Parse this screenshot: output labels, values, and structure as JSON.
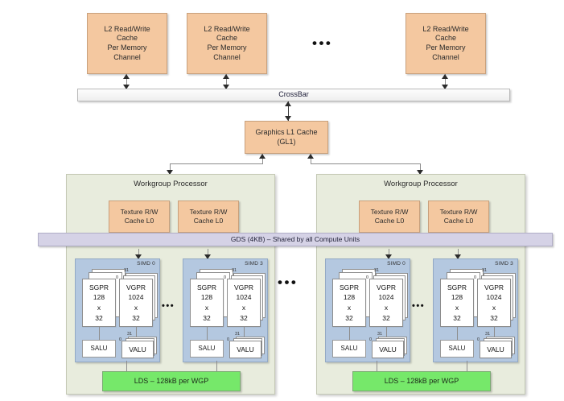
{
  "diagram": {
    "title": "GPU Memory Hierarchy and Workgroup Processor Block Diagram",
    "colors": {
      "cache_orange": "#f4c8a0",
      "wgp_green": "#e8ecdd",
      "simd_blue": "#b4c8e0",
      "gds_purple": "#d5d2e6",
      "lds_green": "#76e86a",
      "crossbar_gray": "#efefef",
      "register_white": "#ffffff"
    },
    "l2_caches": [
      {
        "label": "L2 Read/Write\nCache\nPer Memory\nChannel",
        "lines": [
          "L2 Read/Write",
          "Cache",
          "Per Memory",
          "Channel"
        ]
      },
      {
        "label": "L2 Read/Write\nCache\nPer Memory\nChannel",
        "lines": [
          "L2 Read/Write",
          "Cache",
          "Per Memory",
          "Channel"
        ]
      },
      {
        "label": "L2 Read/Write\nCache\nPer Memory\nChannel",
        "lines": [
          "L2 Read/Write",
          "Cache",
          "Per Memory",
          "Channel"
        ]
      }
    ],
    "l2_line1": "L2 Read/Write",
    "l2_line2": "Cache",
    "l2_line3": "Per Memory",
    "l2_line4": "Channel",
    "l2_ellipsis": "•••",
    "crossbar": {
      "label": "CrossBar"
    },
    "gl1": {
      "line1": "Graphics L1 Cache",
      "line2": "(GL1)"
    },
    "gds": {
      "label": "GDS (4KB) – Shared by all Compute Units"
    },
    "wgp_ellipsis": "•••",
    "simd_ellipsis": "•••",
    "workgroup_processors": [
      {
        "title": "Workgroup Processor",
        "texture_caches": [
          {
            "line1": "Texture R/W",
            "line2": "Cache L0"
          },
          {
            "line1": "Texture R/W",
            "line2": "Cache L0"
          }
        ],
        "simds": [
          {
            "label": "SIMD 0",
            "sgpr": {
              "name": "SGPR",
              "size": "128",
              "mult": "x",
              "count": "32"
            },
            "vgpr": {
              "name": "VGPR",
              "size": "1024",
              "mult": "x",
              "count": "32",
              "top_index": "31",
              "bottom_index": "0"
            },
            "salu": {
              "name": "SALU"
            },
            "valu": {
              "name": "VALU",
              "top_index": "31",
              "bottom_index": "0"
            }
          },
          {
            "label": "SIMD 3",
            "sgpr": {
              "name": "SGPR",
              "size": "128",
              "mult": "x",
              "count": "32"
            },
            "vgpr": {
              "name": "VGPR",
              "size": "1024",
              "mult": "x",
              "count": "32",
              "top_index": "31",
              "bottom_index": "0"
            },
            "salu": {
              "name": "SALU"
            },
            "valu": {
              "name": "VALU",
              "top_index": "31",
              "bottom_index": "0"
            }
          }
        ],
        "lds": {
          "label": "LDS – 128kB per WGP"
        }
      },
      {
        "title": "Workgroup Processor",
        "texture_caches": [
          {
            "line1": "Texture R/W",
            "line2": "Cache L0"
          },
          {
            "line1": "Texture R/W",
            "line2": "Cache L0"
          }
        ],
        "simds": [
          {
            "label": "SIMD 0",
            "sgpr": {
              "name": "SGPR",
              "size": "128",
              "mult": "x",
              "count": "32"
            },
            "vgpr": {
              "name": "VGPR",
              "size": "1024",
              "mult": "x",
              "count": "32",
              "top_index": "31",
              "bottom_index": "0"
            },
            "salu": {
              "name": "SALU"
            },
            "valu": {
              "name": "VALU",
              "top_index": "31",
              "bottom_index": "0"
            }
          },
          {
            "label": "SIMD 3",
            "sgpr": {
              "name": "SGPR",
              "size": "128",
              "mult": "x",
              "count": "32"
            },
            "vgpr": {
              "name": "VGPR",
              "size": "1024",
              "mult": "x",
              "count": "32",
              "top_index": "31",
              "bottom_index": "0"
            },
            "salu": {
              "name": "SALU"
            },
            "valu": {
              "name": "VALU",
              "top_index": "31",
              "bottom_index": "0"
            }
          }
        ],
        "lds": {
          "label": "LDS – 128kB per WGP"
        }
      }
    ]
  }
}
